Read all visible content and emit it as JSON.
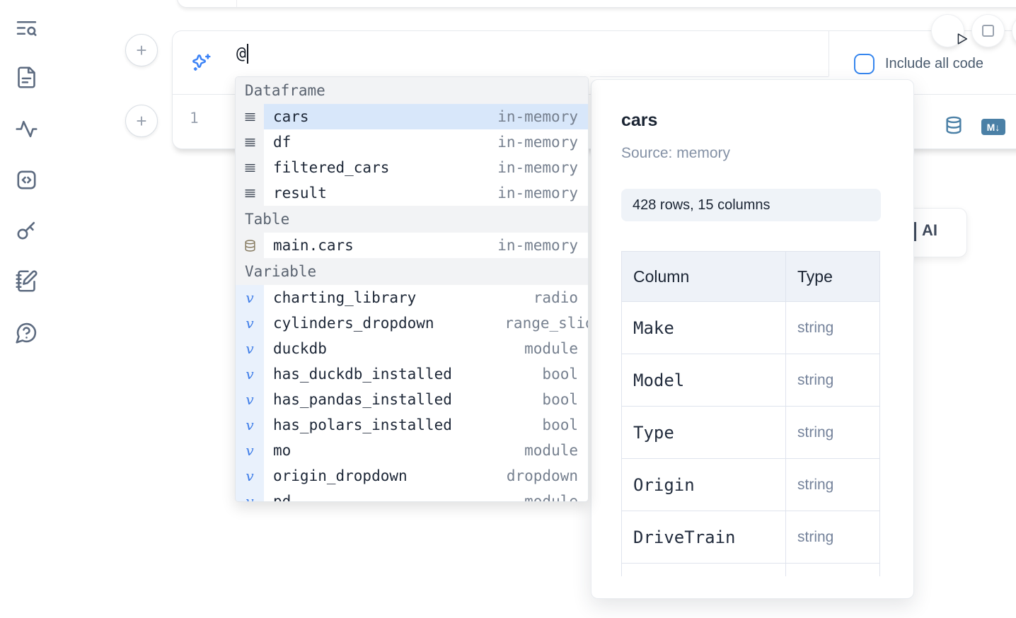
{
  "sidebar": {
    "icons": [
      "text-search",
      "file-text",
      "activity",
      "code-square",
      "key",
      "notebook-pen",
      "help-chat"
    ]
  },
  "toolbar": {
    "run_button": "play",
    "stop_button": "stop"
  },
  "prompt": {
    "value": "@",
    "include_all_code_label": "Include all code",
    "checkbox_checked": false
  },
  "cell": {
    "line_number": "1",
    "markdown_badge": "M↓",
    "actions": [
      "database-icon",
      "markdown-badge"
    ]
  },
  "icons": {
    "plus_glyph": "+"
  },
  "ai_button": {
    "label": "AI"
  },
  "autocomplete": {
    "sections": [
      {
        "header": "Dataframe",
        "items": [
          {
            "name": "cars",
            "detail": "in-memory",
            "icon": "dataframe",
            "selected": true
          },
          {
            "name": "df",
            "detail": "in-memory",
            "icon": "dataframe"
          },
          {
            "name": "filtered_cars",
            "detail": "in-memory",
            "icon": "dataframe"
          },
          {
            "name": "result",
            "detail": "in-memory",
            "icon": "dataframe"
          }
        ]
      },
      {
        "header": "Table",
        "items": [
          {
            "name": "main.cars",
            "detail": "in-memory",
            "icon": "database"
          }
        ]
      },
      {
        "header": "Variable",
        "items": [
          {
            "name": "charting_library",
            "detail": "radio",
            "icon": "variable"
          },
          {
            "name": "cylinders_dropdown",
            "detail": "range_slider",
            "icon": "variable",
            "clip": true
          },
          {
            "name": "duckdb",
            "detail": "module",
            "icon": "variable"
          },
          {
            "name": "has_duckdb_installed",
            "detail": "bool",
            "icon": "variable"
          },
          {
            "name": "has_pandas_installed",
            "detail": "bool",
            "icon": "variable"
          },
          {
            "name": "has_polars_installed",
            "detail": "bool",
            "icon": "variable"
          },
          {
            "name": "mo",
            "detail": "module",
            "icon": "variable"
          },
          {
            "name": "origin_dropdown",
            "detail": "dropdown",
            "icon": "variable"
          },
          {
            "name": "pd",
            "detail": "module",
            "icon": "variable"
          }
        ]
      }
    ]
  },
  "preview": {
    "title": "cars",
    "source": "Source: memory",
    "shape": "428 rows, 15 columns",
    "table": {
      "headers": [
        "Column",
        "Type"
      ],
      "rows": [
        [
          "Make",
          "string"
        ],
        [
          "Model",
          "string"
        ],
        [
          "Type",
          "string"
        ],
        [
          "Origin",
          "string"
        ],
        [
          "DriveTrain",
          "string"
        ]
      ]
    }
  }
}
